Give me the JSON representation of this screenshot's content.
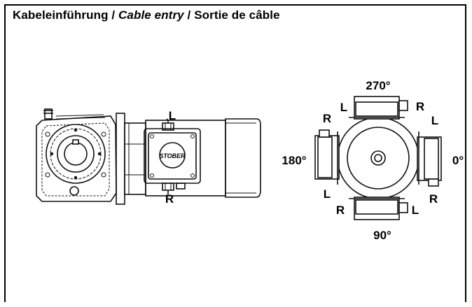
{
  "title": {
    "part1": "Kabeleinführung / ",
    "part2": "Cable entry",
    "part3": " / Sortie de câble"
  },
  "side_view": {
    "label_top": "L",
    "label_bottom": "R",
    "logo": "STOBER"
  },
  "front_view": {
    "angle_top": "270°",
    "angle_left": "180°",
    "angle_right": "0°",
    "angle_bottom": "90°",
    "labels": {
      "top_left": "L",
      "top_right": "R",
      "left_upper": "R",
      "left_lower": "L",
      "right_upper": "L",
      "right_lower": "R",
      "bottom_left": "R",
      "bottom_right": "L"
    }
  }
}
